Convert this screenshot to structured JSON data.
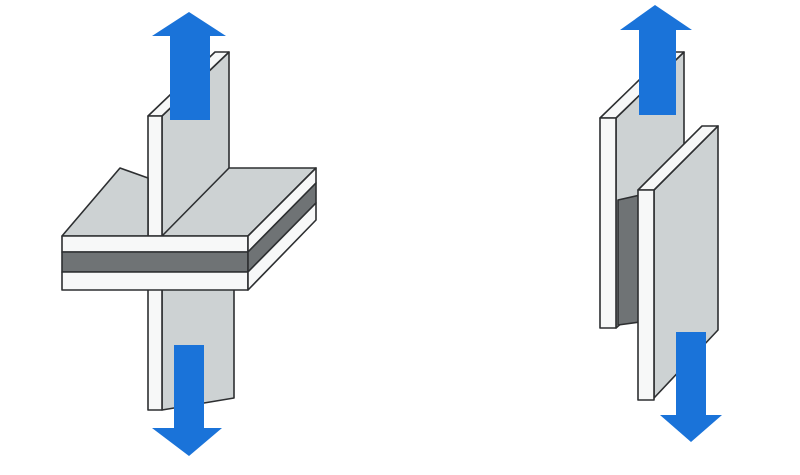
{
  "figures": [
    {
      "id": "cross-tension-joint",
      "parts": [
        "upper-plate",
        "lower-plate",
        "horizontal-laminate",
        "adhesive-layer",
        "tension-arrow-up",
        "tension-arrow-down"
      ]
    },
    {
      "id": "lap-shear-joint",
      "parts": [
        "back-plate",
        "front-plate",
        "adhesive-layer",
        "tension-arrow-up",
        "tension-arrow-down"
      ]
    }
  ],
  "colors": {
    "background": "#ffffff",
    "plate_face": "#cdd2d3",
    "plate_edge": "#f7f8f8",
    "plate_outline": "#2d2f31",
    "adhesive": "#6f7375",
    "arrow": "#1a73d9"
  },
  "icons": [
    "arrow-up-icon",
    "arrow-down-icon"
  ]
}
